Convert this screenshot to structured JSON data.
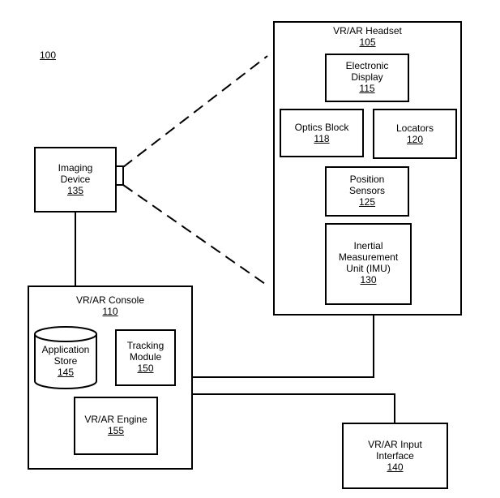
{
  "figure": {
    "ref_number": "100"
  },
  "headset": {
    "title": "VR/AR Headset",
    "number": "105",
    "electronic_display": {
      "line1": "Electronic",
      "line2": "Display",
      "number": "115"
    },
    "optics_block": {
      "title": "Optics Block",
      "number": "118"
    },
    "locators": {
      "title": "Locators",
      "number": "120"
    },
    "position_sensors": {
      "line1": "Position",
      "line2": "Sensors",
      "number": "125"
    },
    "imu": {
      "line1": "Inertial",
      "line2": "Measurement",
      "line3": "Unit (IMU)",
      "number": "130"
    }
  },
  "imaging_device": {
    "line1": "Imaging",
    "line2": "Device",
    "number": "135"
  },
  "console": {
    "title": "VR/AR Console",
    "number": "110",
    "application_store": {
      "line1": "Application",
      "line2": "Store",
      "number": "145"
    },
    "tracking_module": {
      "line1": "Tracking",
      "line2": "Module",
      "number": "150"
    },
    "engine": {
      "title": "VR/AR Engine",
      "number": "155"
    }
  },
  "input_interface": {
    "line1": "VR/AR Input",
    "line2": "Interface",
    "number": "140"
  }
}
